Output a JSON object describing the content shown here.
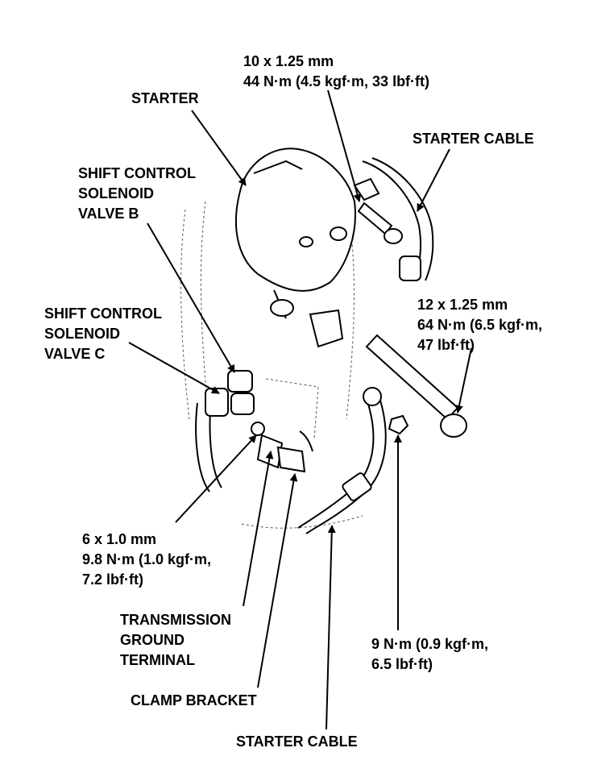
{
  "labels": {
    "bolt_top": {
      "line1": "10 x 1.25 mm",
      "line2": "44 N·m (4.5 kgf·m, 33 lbf·ft)"
    },
    "starter": "STARTER",
    "starter_cable_top": "STARTER CABLE",
    "solenoid_b": {
      "line1": "SHIFT CONTROL",
      "line2": "SOLENOID",
      "line3": "VALVE B"
    },
    "solenoid_c": {
      "line1": "SHIFT CONTROL",
      "line2": "SOLENOID",
      "line3": "VALVE C"
    },
    "bolt_right": {
      "line1": "12 x 1.25 mm",
      "line2": "64 N·m (6.5 kgf·m,",
      "line3": "47 lbf·ft)"
    },
    "bolt_small": {
      "line1": "6 x 1.0 mm",
      "line2": "9.8 N·m (1.0 kgf·m,",
      "line3": "7.2 lbf·ft)"
    },
    "ground_terminal": {
      "line1": "TRANSMISSION",
      "line2": "GROUND",
      "line3": "TERMINAL"
    },
    "nut_right": {
      "line1": "9 N·m (0.9 kgf·m,",
      "line2": "6.5 lbf·ft)"
    },
    "clamp_bracket": "CLAMP BRACKET",
    "starter_cable_bottom": "STARTER CABLE"
  }
}
